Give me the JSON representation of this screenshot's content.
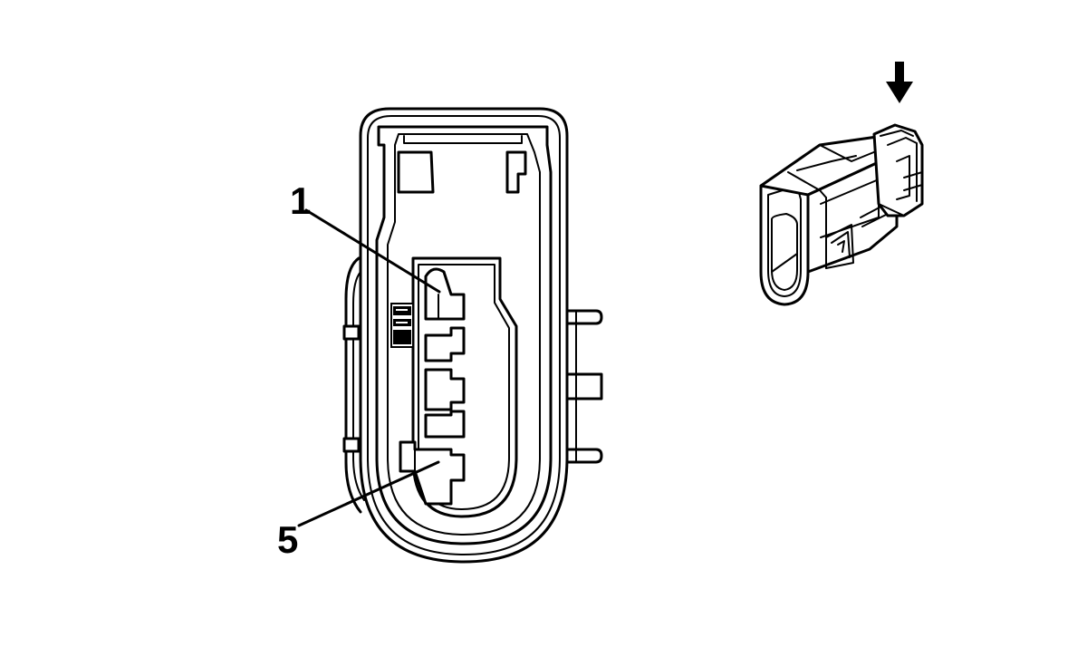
{
  "diagram": {
    "pin_labels": [
      {
        "id": "pin-1",
        "text": "1"
      },
      {
        "id": "pin-5",
        "text": "5"
      }
    ],
    "arrow_indicator": "down-arrow-icon",
    "colors": {
      "line": "#000000",
      "background": "#ffffff"
    }
  }
}
